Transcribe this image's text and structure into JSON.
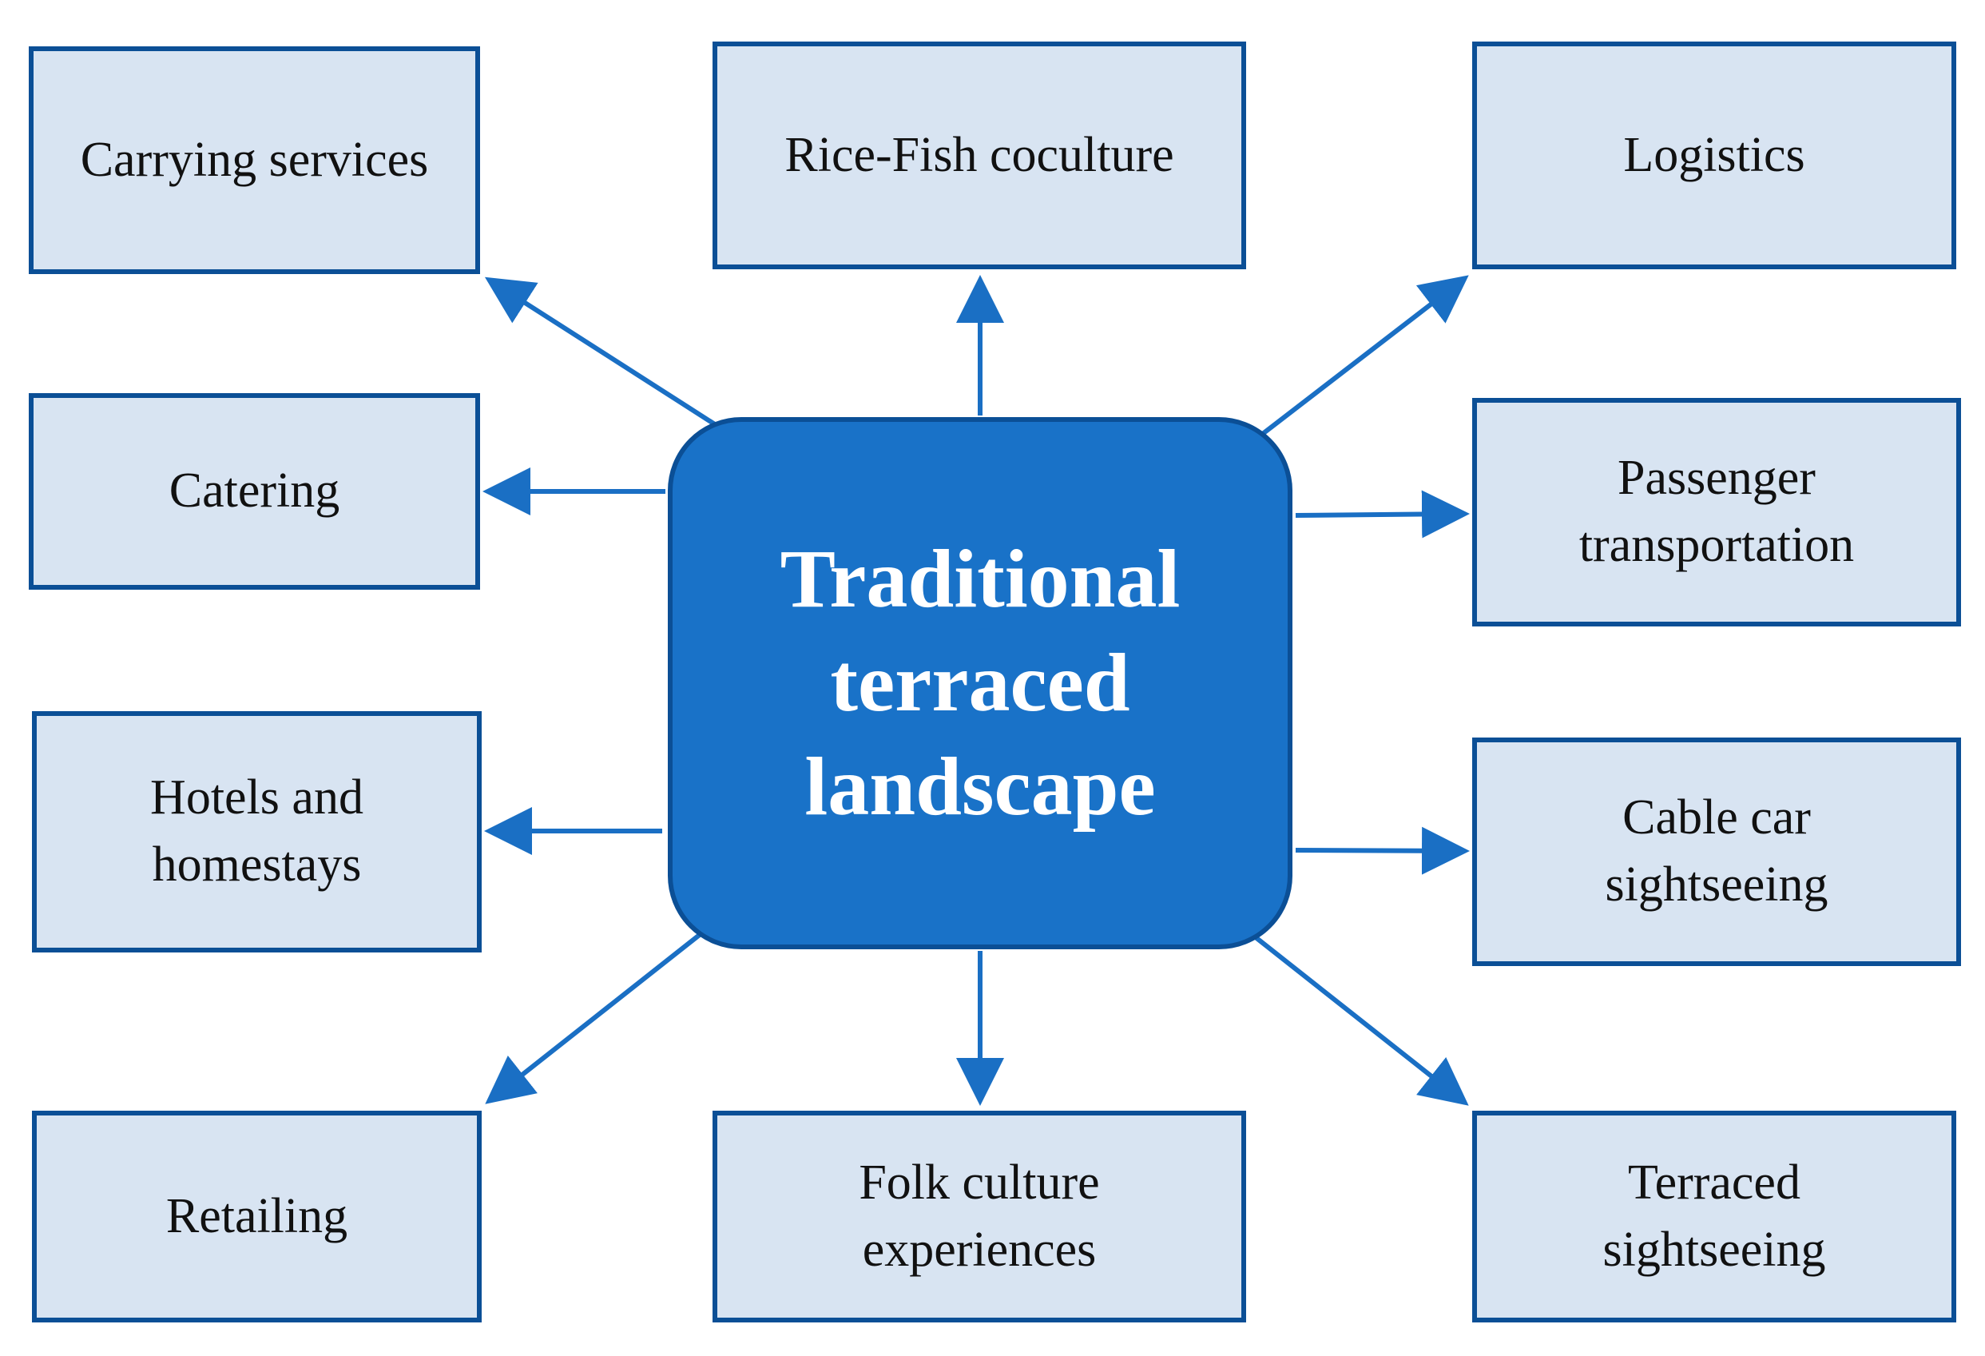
{
  "diagram": {
    "center": {
      "label": "Traditional terraced landscape"
    },
    "nodes": {
      "carrying": "Carrying services",
      "rice_fish": "Rice-Fish coculture",
      "logistics": "Logistics",
      "catering": "Catering",
      "passenger": "Passenger transportation",
      "hotels": "Hotels and homestays",
      "cable_car": "Cable car sightseeing",
      "retailing": "Retailing",
      "folk_culture": "Folk culture experiences",
      "terraced": "Terraced sightseeing"
    },
    "colors": {
      "center_fill": "#1972c8",
      "box_fill": "#d8e4f2",
      "border": "#0b4f96",
      "arrow": "#1a6fc4",
      "center_text": "#ffffff"
    }
  }
}
